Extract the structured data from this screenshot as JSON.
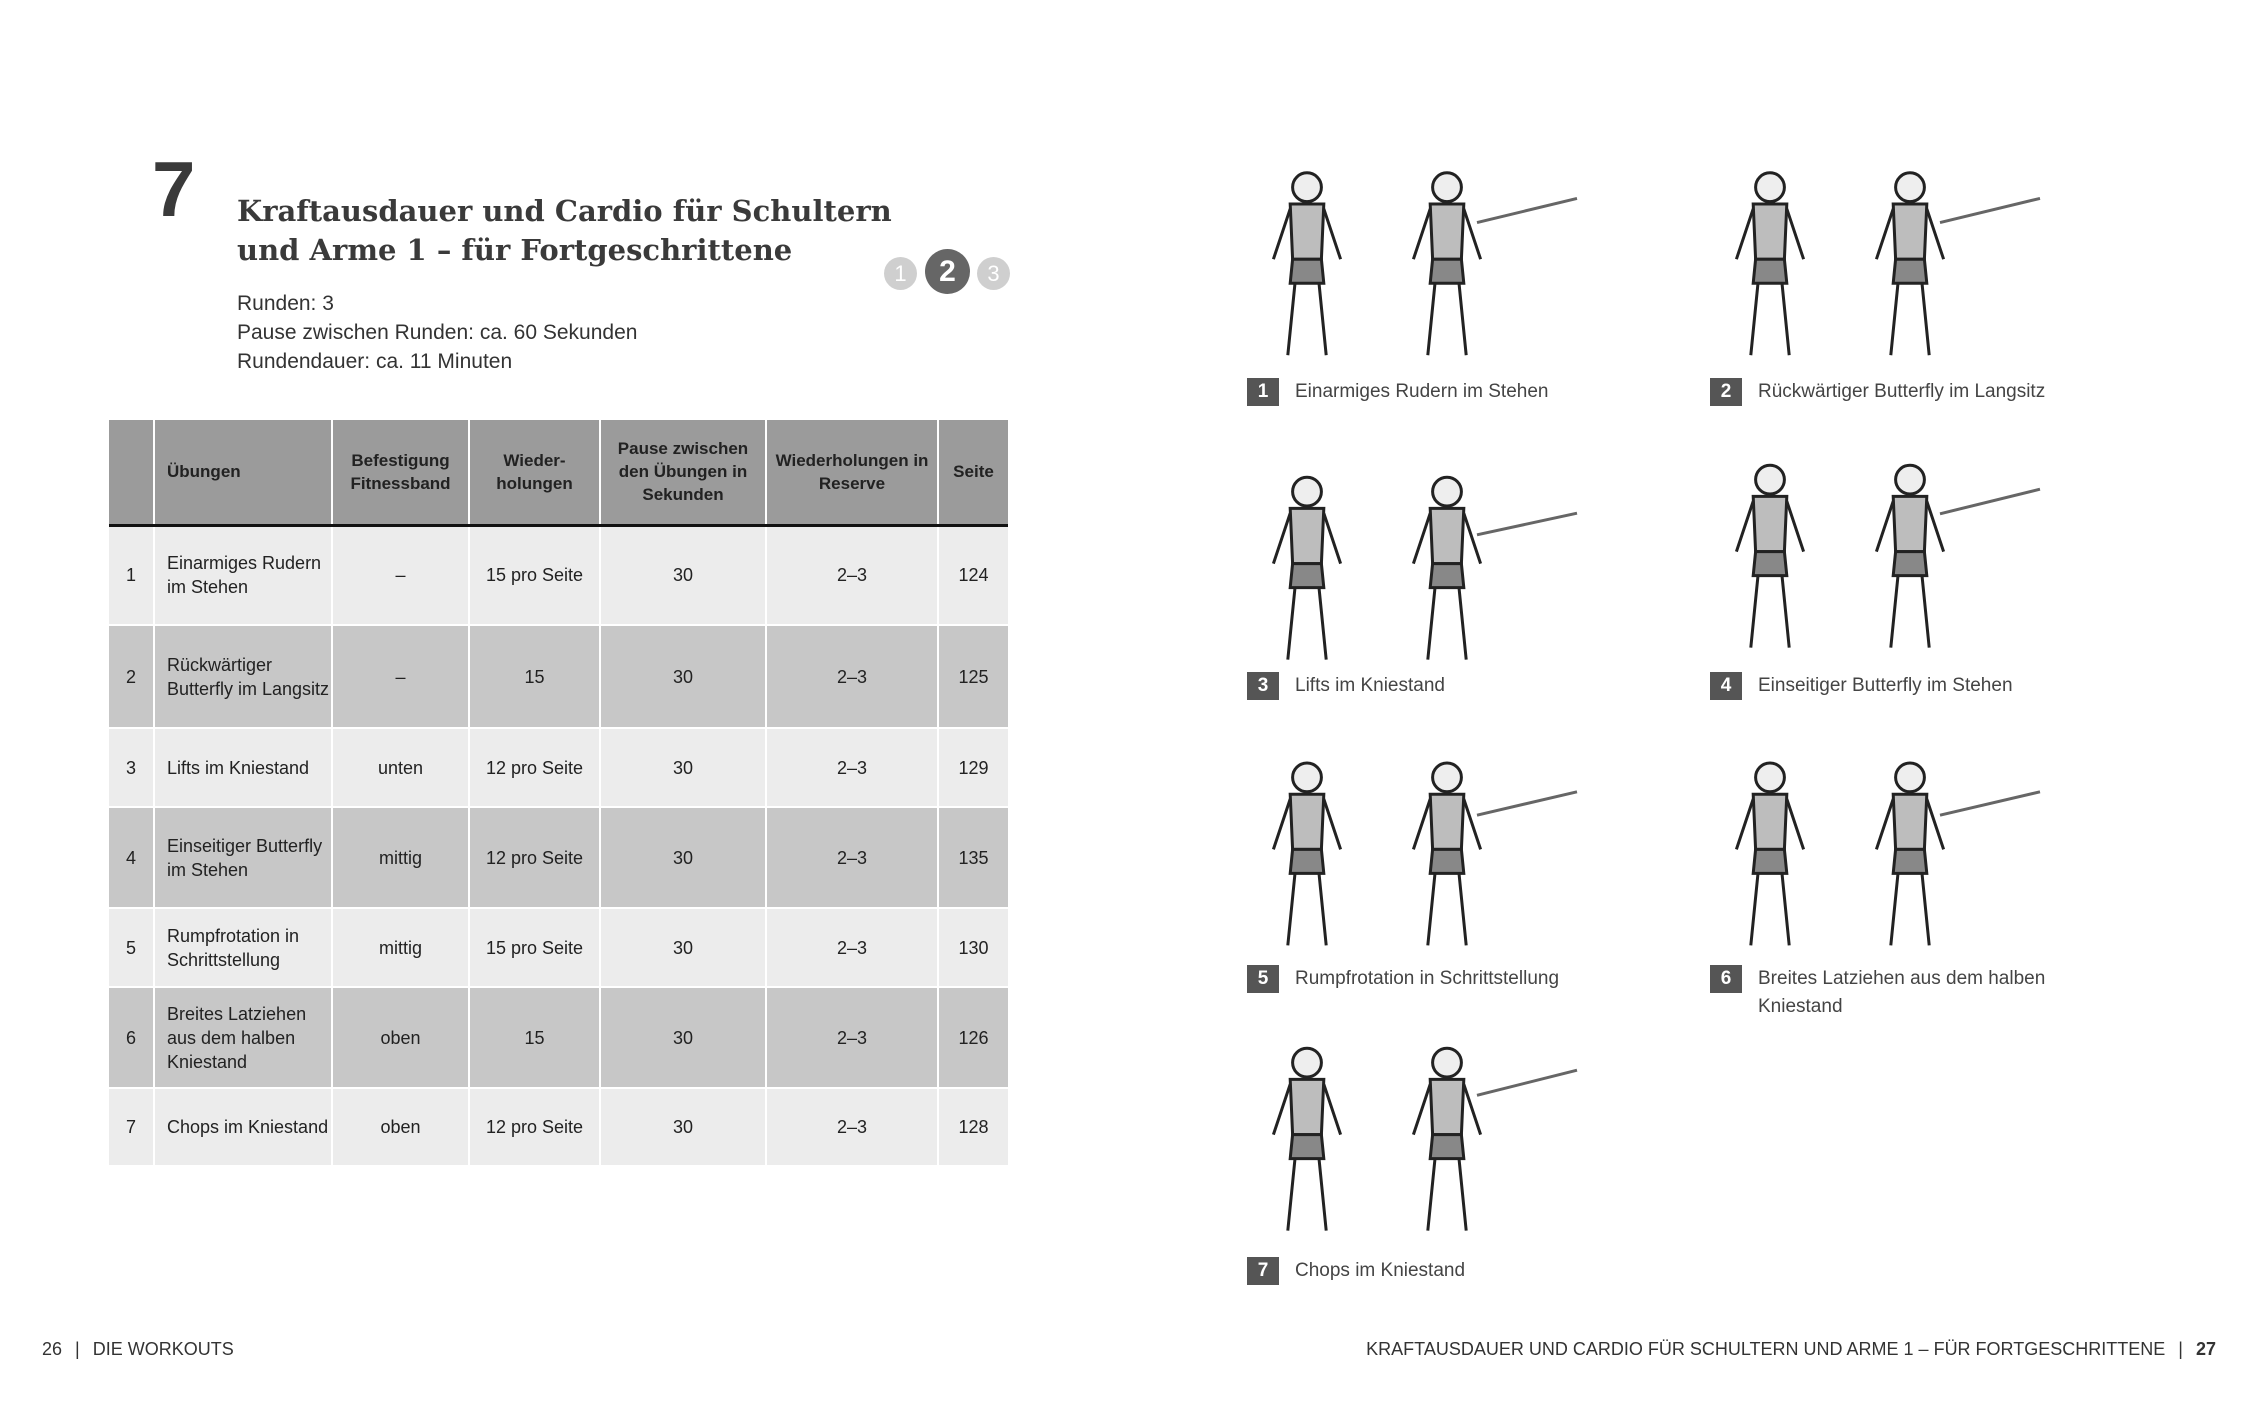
{
  "chapter_number": "7",
  "title_line1": "Kraftausdauer und Cardio für Schultern",
  "title_line2": "und Arme 1 – für Fortgeschrittene",
  "levels": [
    "1",
    "2",
    "3"
  ],
  "active_level": "2",
  "info": [
    "Runden: 3",
    "Pause zwischen Runden: ca. 60 Sekunden",
    "Rundendauer: ca. 11 Minuten"
  ],
  "table": {
    "headers": [
      "",
      "Übungen",
      "Befestigung Fitnessband",
      "Wieder-holungen",
      "Pause zwischen den Übungen in Sekunden",
      "Wiederholungen in Reserve",
      "Seite"
    ],
    "rows": [
      [
        "1",
        "Einarmiges Rudern im Stehen",
        "–",
        "15 pro Seite",
        "30",
        "2–3",
        "124"
      ],
      [
        "2",
        "Rückwärtiger Butterfly im Langsitz",
        "–",
        "15",
        "30",
        "2–3",
        "125"
      ],
      [
        "3",
        "Lifts im Kniestand",
        "unten",
        "12 pro Seite",
        "30",
        "2–3",
        "129"
      ],
      [
        "4",
        "Einseitiger Butterfly im Stehen",
        "mittig",
        "12 pro Seite",
        "30",
        "2–3",
        "135"
      ],
      [
        "5",
        "Rumpfrotation in Schrittstellung",
        "mittig",
        "15 pro Seite",
        "30",
        "2–3",
        "130"
      ],
      [
        "6",
        "Breites Latziehen aus dem halben Kniestand",
        "oben",
        "15",
        "30",
        "2–3",
        "126"
      ],
      [
        "7",
        "Chops im Kniestand",
        "oben",
        "12 pro Seite",
        "30",
        "2–3",
        "128"
      ]
    ]
  },
  "exercises": [
    {
      "n": "1",
      "label": "Einarmiges Rudern im Stehen"
    },
    {
      "n": "2",
      "label": "Rückwärtiger Butterfly im Langsitz"
    },
    {
      "n": "3",
      "label": "Lifts im Kniestand"
    },
    {
      "n": "4",
      "label": "Einseitiger Butterfly im Stehen"
    },
    {
      "n": "5",
      "label": "Rumpfrotation in Schrittstellung"
    },
    {
      "n": "6",
      "label": "Breites Latziehen aus dem halben Kniestand"
    },
    {
      "n": "7",
      "label": "Chops im Kniestand"
    }
  ],
  "footer_left": {
    "page": "26",
    "section": "DIE WORKOUTS"
  },
  "footer_right": {
    "section": "KRAFTAUSDAUER UND CARDIO FÜR SCHULTERN UND ARME 1 – FÜR FORTGESCHRITTENE",
    "page": "27"
  }
}
